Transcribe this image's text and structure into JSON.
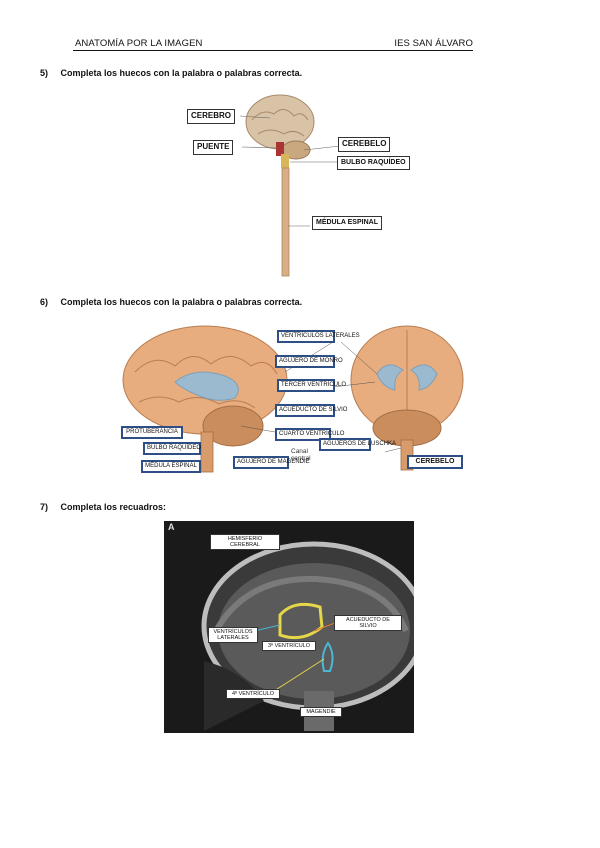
{
  "header": {
    "left": "ANATOMÍA POR LA IMAGEN",
    "right": "IES SAN ÁLVARO"
  },
  "q5": {
    "num": "5)",
    "text": "Completa los huecos con la palabra o palabras correcta."
  },
  "q6": {
    "num": "6)",
    "text": "Completa los huecos con la palabra o palabras correcta."
  },
  "q7": {
    "num": "7)",
    "text": "Completa los recuadros:"
  },
  "fig1": {
    "labels": [
      "CEREBRO",
      "PUENTE",
      "CEREBELO",
      "BULBO RAQUÍDEO",
      "MÉDULA ESPINAL"
    ]
  },
  "fig2": {
    "ventriculos_laterales": "VENTRÍCULOS LATERALES",
    "agujero_monro": "AGUJERO DE MONRO",
    "tercer_ventriculo": "TERCER VENTRÍCULO",
    "acueducto_silvio": "ACUEDUCTO DE SILVIO",
    "cuarto_ventriculo": "CUARTO VENTRÍCULO",
    "agujeros_luschka": "AGUJEROS DE LUSCHKA",
    "protuberancia": "PROTUBERANCIA",
    "bulbo_raquideo": "BULBO RAQUÍDEO",
    "medula_espinal": "MÉDULA ESPINAL",
    "agujero_magendie": "AGUJERO DE MAGENDIE",
    "canal_central": "Canal central",
    "cerebelo": "CEREBELO"
  },
  "fig3": {
    "corner_letter": "A",
    "hemisferio": "HEMISFERIO CEREBRAL",
    "ventriculos": "VENTRÍCULOS LATERALES",
    "acueducto": "ACUEDUCTO DE SILVIO",
    "tercer": "3º VENTRÍCULO",
    "cuarto": "4º VENTRÍCULO",
    "magendie": "MAGENDIE"
  }
}
